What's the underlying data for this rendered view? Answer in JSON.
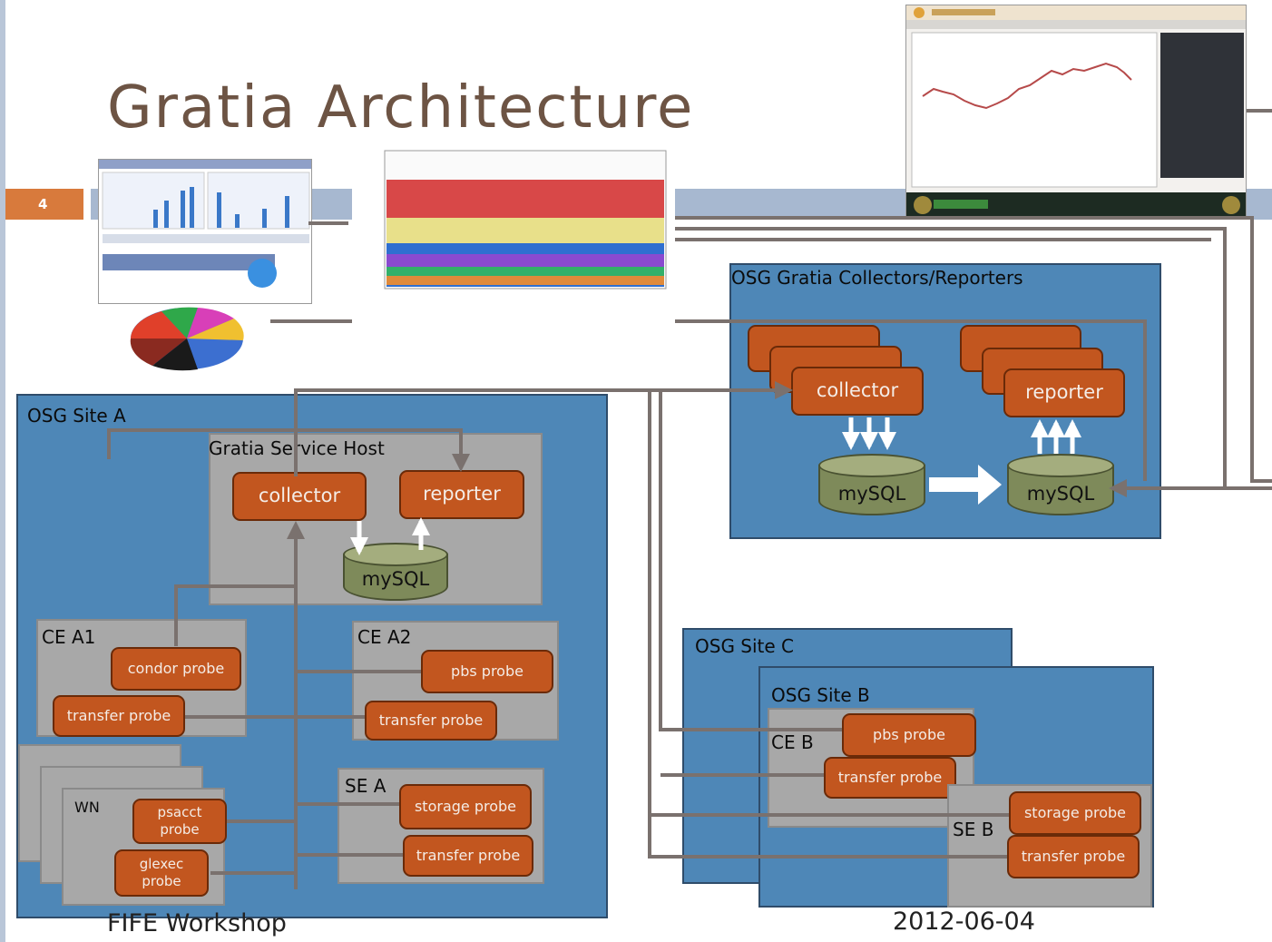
{
  "slide": {
    "title": "Gratia Architecture",
    "number": "4",
    "footer_left": "FIFE Workshop",
    "footer_right": "2012-06-04"
  },
  "osg_central": {
    "label": "OSG Gratia Collectors/Reporters",
    "collector": "collector",
    "reporter": "reporter",
    "db_left": "mySQL",
    "db_right": "mySQL"
  },
  "site_a": {
    "label": "OSG Site A",
    "host_label": "Gratia  Service Host",
    "collector": "collector",
    "reporter": "reporter",
    "db": "mySQL",
    "ce_a1": {
      "label": "CE A1",
      "probe1": "condor probe",
      "probe2": "transfer probe"
    },
    "ce_a2": {
      "label": "CE A2",
      "probe1": "pbs probe",
      "probe2": "transfer probe"
    },
    "se_a": {
      "label": "SE A",
      "probe1": "storage probe",
      "probe2": "transfer probe"
    },
    "wn": {
      "label": "WN",
      "probe1": "psacct probe",
      "probe2": "glexec probe"
    }
  },
  "site_c": {
    "label": "OSG Site C"
  },
  "site_b": {
    "label": "OSG Site B",
    "ce_b": {
      "label": "CE B",
      "probe1": "pbs probe",
      "probe2": "transfer probe"
    },
    "se_b": {
      "label": "SE B",
      "probe1": "storage probe",
      "probe2": "transfer probe"
    }
  },
  "colors": {
    "site_blue": "#4e87b7",
    "probe_orange": "#c2561f",
    "db_olive": "#7e8a5a",
    "arrow_grey": "#7a716e",
    "title_brown": "#6d5444"
  }
}
